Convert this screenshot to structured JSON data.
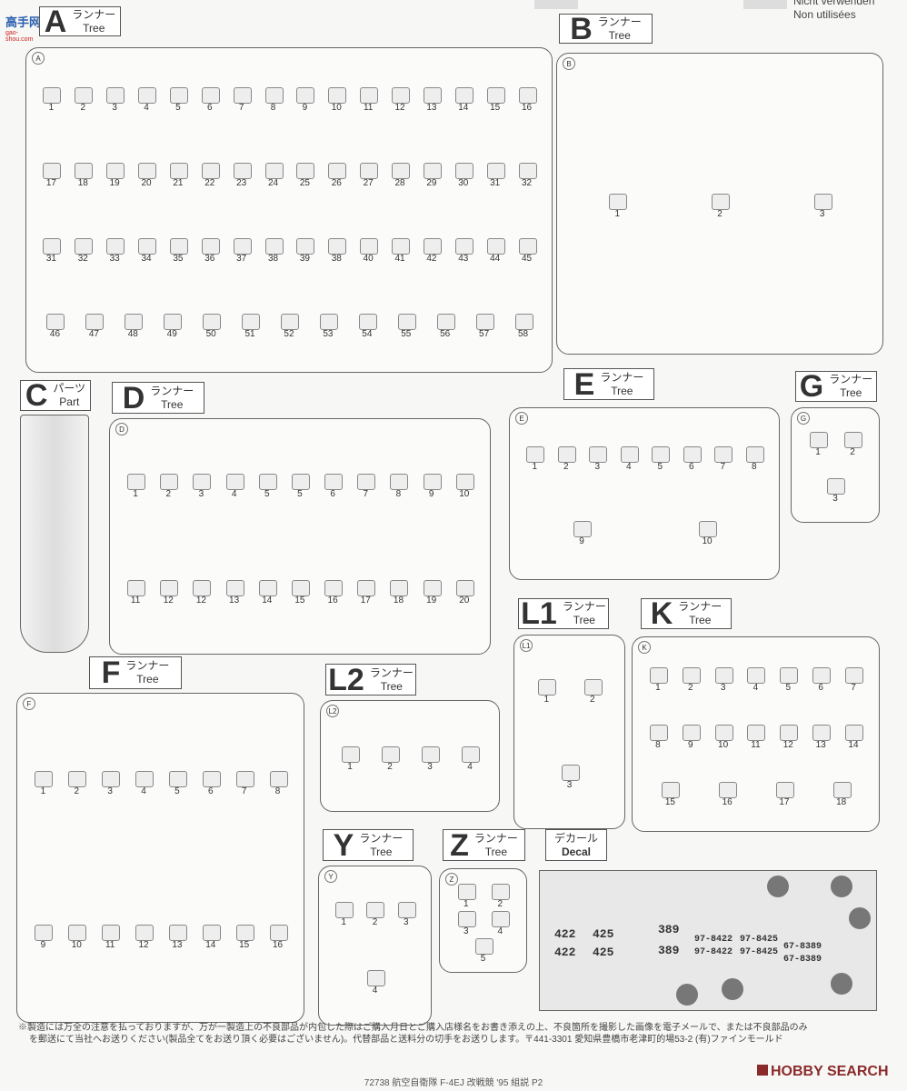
{
  "watermark": {
    "text": "高手网",
    "sub": "gao-shou.com"
  },
  "top_legend": {
    "de": "Nicht verwenden",
    "fr": "Non utilisées"
  },
  "runner_word_jp": "ランナー",
  "runner_word_en": "Tree",
  "runners": [
    {
      "id": "A",
      "parts": [
        "1",
        "2",
        "3",
        "4",
        "5",
        "6",
        "7",
        "8",
        "9",
        "10",
        "11",
        "12",
        "13",
        "14",
        "15",
        "16",
        "17",
        "18",
        "19",
        "20",
        "21",
        "22",
        "23",
        "24",
        "25",
        "26",
        "27",
        "28",
        "29",
        "30",
        "31",
        "32",
        "31",
        "32",
        "33",
        "34",
        "35",
        "36",
        "37",
        "38",
        "39",
        "38",
        "40",
        "41",
        "42",
        "43",
        "44",
        "45",
        "46",
        "47",
        "48",
        "49",
        "50",
        "51",
        "52",
        "53",
        "54",
        "55",
        "56",
        "57",
        "58"
      ]
    },
    {
      "id": "B",
      "parts": [
        "1",
        "2",
        "3"
      ]
    },
    {
      "id": "D",
      "parts": [
        "1",
        "2",
        "3",
        "4",
        "5",
        "5",
        "6",
        "7",
        "8",
        "9",
        "10",
        "11",
        "12",
        "12",
        "13",
        "14",
        "15",
        "16",
        "17",
        "18",
        "19",
        "20"
      ]
    },
    {
      "id": "E",
      "parts": [
        "1",
        "2",
        "3",
        "4",
        "5",
        "6",
        "7",
        "8",
        "9",
        "10"
      ]
    },
    {
      "id": "G",
      "parts": [
        "1",
        "2",
        "3"
      ]
    },
    {
      "id": "L1",
      "parts": [
        "1",
        "2",
        "3"
      ]
    },
    {
      "id": "K",
      "parts": [
        "1",
        "2",
        "3",
        "4",
        "5",
        "6",
        "7",
        "8",
        "9",
        "10",
        "11",
        "12",
        "13",
        "14",
        "15",
        "16",
        "17",
        "18"
      ]
    },
    {
      "id": "F",
      "parts": [
        "1",
        "2",
        "3",
        "4",
        "5",
        "6",
        "7",
        "8",
        "9",
        "10",
        "11",
        "12",
        "13",
        "14",
        "15",
        "16"
      ]
    },
    {
      "id": "L2",
      "parts": [
        "1",
        "2",
        "3",
        "4"
      ]
    },
    {
      "id": "Y",
      "parts": [
        "1",
        "2",
        "3",
        "4"
      ]
    },
    {
      "id": "Z",
      "parts": [
        "1",
        "2",
        "3",
        "4",
        "5"
      ]
    }
  ],
  "part_c": {
    "id": "C",
    "jp": "パーツ",
    "en": "Part"
  },
  "decal": {
    "jp": "デカール",
    "en": "Decal",
    "numbers": [
      "422",
      "425",
      "389",
      "422",
      "425",
      "389",
      "97-8422",
      "97-8425",
      "67-8389",
      "97-8422",
      "97-8425",
      "67-8389"
    ]
  },
  "footer": {
    "notice_1": "※製造には万全の注意を払っておりますが、万が一製造上の不良部品が内包した際はご購入月日とご購入店様名をお書き添えの上、不良箇所を撮影した画像を電子メールで、または不良部品のみ",
    "notice_2": "を郵送にて当社へお送りください(製品全てをお送り頂く必要はございません)。代替部品と送料分の切手をお送りします。〒441-3301 愛知県豊橋市老津町的場53-2 (有)ファインモールド",
    "code": "72738 航空自衛隊 F-4EJ 改戦競 '95 組説 P2",
    "brand": "HOBBY SEARCH"
  }
}
